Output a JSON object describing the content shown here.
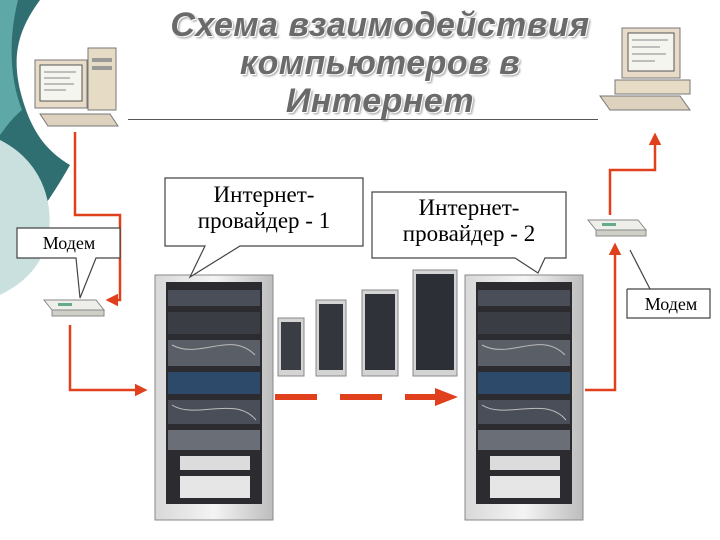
{
  "title": {
    "line1": "Схема взаимодействия",
    "line2": "компьютеров в",
    "line3": "Интернет"
  },
  "callouts": {
    "isp1": {
      "line1": "Интернет-",
      "line2": "провайдер - 1"
    },
    "isp2": {
      "line1": "Интернет-",
      "line2": "провайдер - 2"
    },
    "modem_left": "Модем",
    "modem_right": "Модем"
  },
  "colors": {
    "connection": "#e0401c",
    "accent_teal": "#5fa8a8",
    "accent_dark": "#2f6f72",
    "title_text": "#6a6a6a"
  },
  "icons": [
    "computer-left-icon",
    "computer-right-icon",
    "modem-left-icon",
    "modem-right-icon",
    "server-rack-isp1-icon",
    "server-rack-isp2-icon",
    "small-server-rack-icon"
  ]
}
